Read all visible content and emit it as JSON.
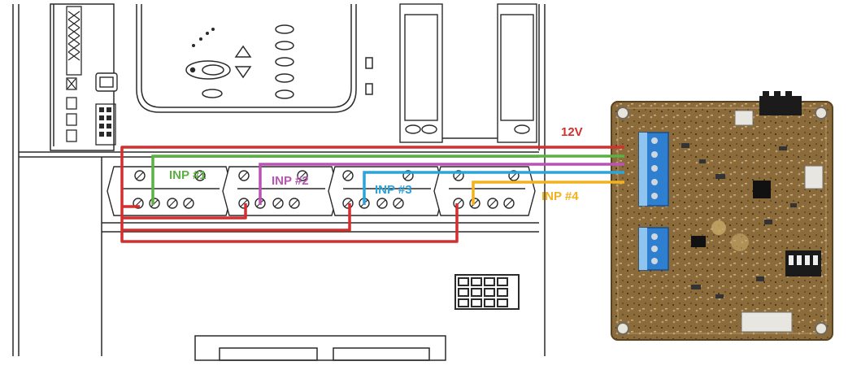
{
  "labels": {
    "v12": "12V",
    "inp1": "INP #1",
    "inp2": "INP #2",
    "inp3": "INP #3",
    "inp4": "INP #4"
  },
  "colors": {
    "v12": "#d32f2f",
    "inp1": "#5cb044",
    "inp2": "#b954b4",
    "inp3": "#2ba3db",
    "inp4": "#f2b21f",
    "pcb": "#8a6a3a",
    "terminal_block": "#2f7fd0",
    "outline": "#2a2a2a"
  },
  "icons": {
    "up": "triangle-up-icon",
    "down": "triangle-down-icon"
  }
}
